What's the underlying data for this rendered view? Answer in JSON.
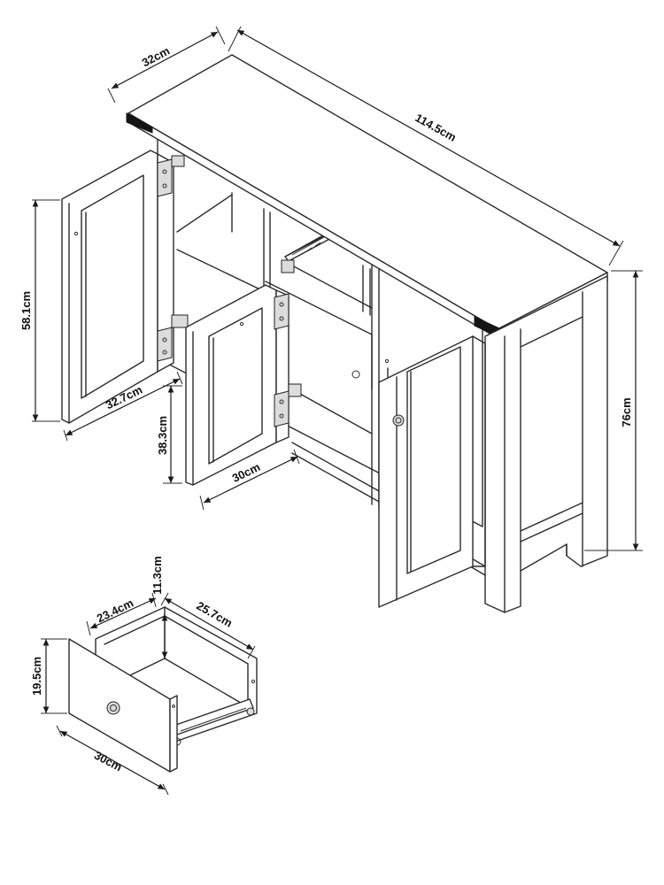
{
  "colors": {
    "line": "#2b2b2b",
    "dark": "#151515",
    "background": "#ffffff"
  },
  "dimensions": {
    "top_depth": "32cm",
    "top_width": "114.5cm",
    "total_height": "76cm",
    "left_door_height": "58.1cm",
    "left_door_width": "32.7cm",
    "middle_door_height": "38.3cm",
    "middle_door_width": "30cm",
    "drawer_inner_width": "23.4cm",
    "drawer_inner_depth": "25.7cm",
    "drawer_inner_height": "11.3cm",
    "drawer_front_height": "19.5cm",
    "drawer_front_width": "30cm"
  }
}
